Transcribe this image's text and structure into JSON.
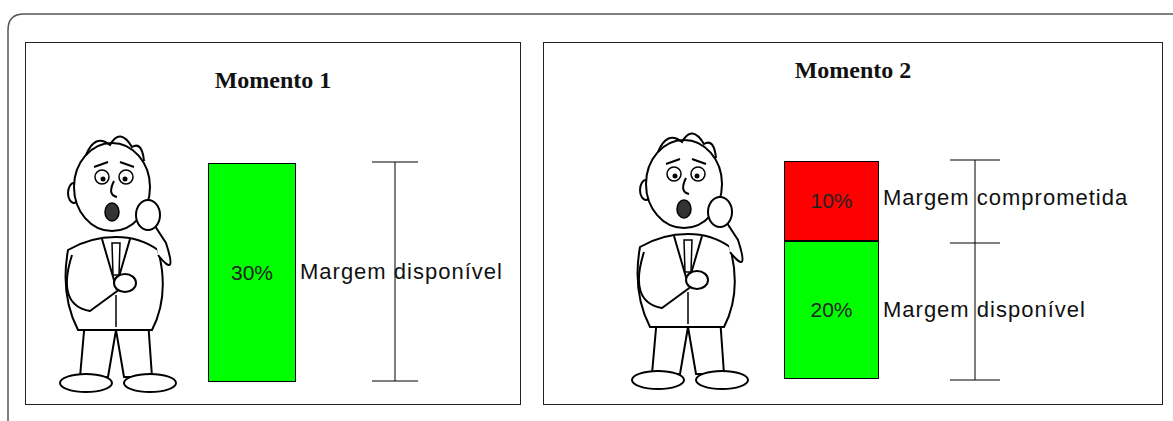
{
  "diagram": {
    "nodes": [
      {
        "text": [
          "Momento 1"
        ]
      },
      {
        "text": [
          "30%"
        ],
        "in": 0
      },
      {
        "text": [
          "Momento 2"
        ]
      },
      {
        "text": [
          "10%"
        ],
        "in": 2
      },
      {
        "text": [
          "20%"
        ],
        "in": 2
      }
    ],
    "labels": [
      "Margem disponível",
      "Margem comprometida",
      "Margem disponível"
    ]
  }
}
